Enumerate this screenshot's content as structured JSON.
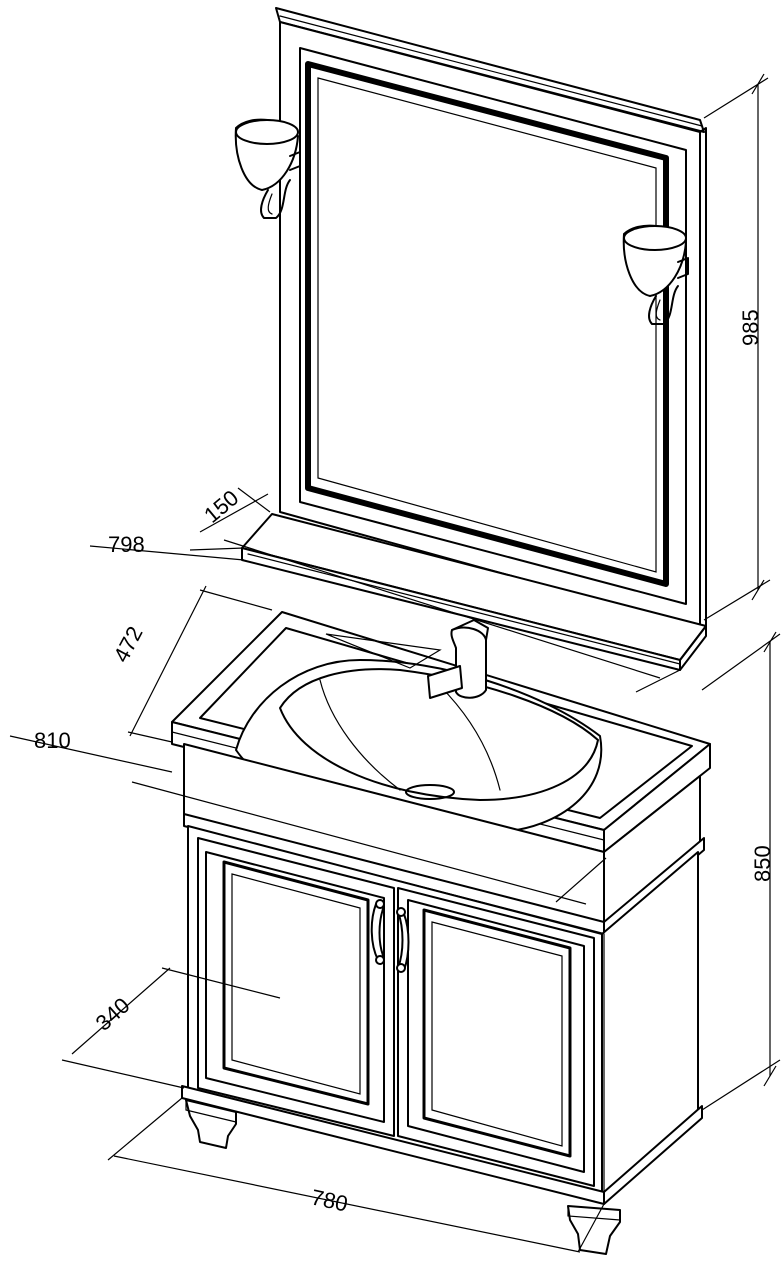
{
  "dimensions": {
    "mirror_height": "985",
    "shelf_depth": "150",
    "shelf_width": "798",
    "basin_depth": "472",
    "top_width": "810",
    "cabinet_depth": "340",
    "cabinet_height": "850",
    "cabinet_width": "780"
  }
}
